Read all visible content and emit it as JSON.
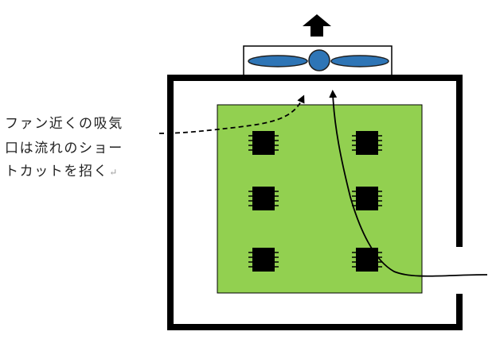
{
  "caption": {
    "lines": [
      "ファン近くの吸気",
      "口は流れのショー",
      "トカットを招く"
    ],
    "return_mark": "↵"
  },
  "colors": {
    "board": "#92d050",
    "chip": "#000000",
    "fan_blade": "#2e75b6",
    "fan_hub": "#2e75b6",
    "enclosure": "#000000"
  },
  "diagram": {
    "chip_rows": 3,
    "chip_columns": 2,
    "exhaust_direction": "up",
    "annotation_line_style": "dashed"
  }
}
